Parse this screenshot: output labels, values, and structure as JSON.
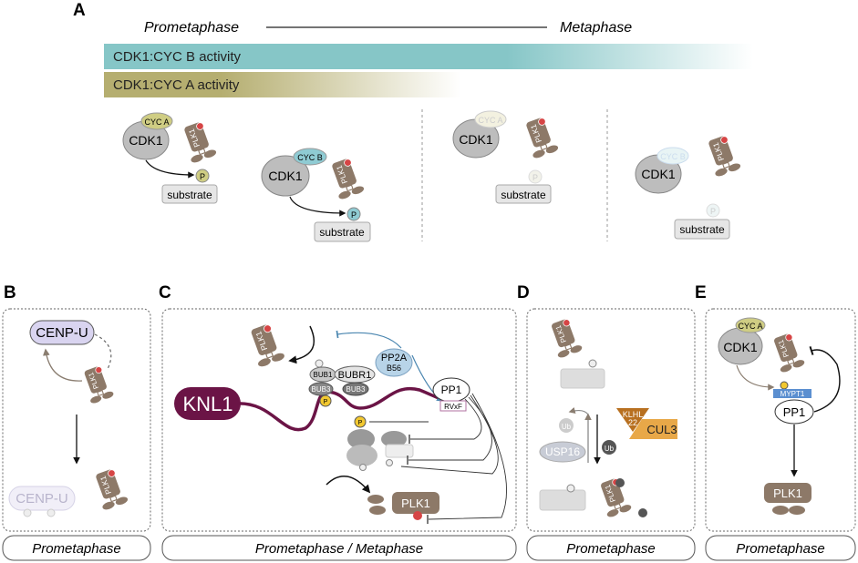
{
  "panel_letters": {
    "a": "A",
    "b": "B",
    "c": "C",
    "d": "D",
    "e": "E"
  },
  "header": {
    "left": "Prometaphase",
    "right": "Metaphase"
  },
  "bars": {
    "cyc_b": "CDK1:CYC B activity",
    "cyc_a": "CDK1:CYC A activity"
  },
  "labels": {
    "cdk1": "CDK1",
    "cyc_a": "CYC A",
    "cyc_b": "CYC B",
    "plk1": "PLK1",
    "substrate": "substrate",
    "p": "P",
    "cenp_u": "CENP-U",
    "knl1": "KNL1",
    "bub1": "BUB1",
    "bubr1": "BUBR1",
    "bub3": "BUB3",
    "pp2a": "PP2A",
    "b56": "B56",
    "pp1": "PP1",
    "rvxf": "RVxF",
    "klhl": "KLHL",
    "klhl_num": "22",
    "cul3": "CUL3",
    "ub": "Ub",
    "usp16": "USP16",
    "mypt1": "MYPT1"
  },
  "captions": {
    "b": "Prometaphase",
    "c": "Prometaphase / Metaphase",
    "d": "Prometaphase",
    "e": "Prometaphase"
  },
  "colors": {
    "cyc_b_bar": "#86c6c7",
    "cyc_a_bar": "#b5ae70",
    "plk1": "#8d7968",
    "knl1": "#6b1446",
    "cyc_a": "#cfcd83",
    "cyc_b": "#8fcbd3",
    "cenp_u": "#d9d4f0",
    "pp2a": "#b8d4e8",
    "cul3": "#e8a848",
    "phospho": "#f2c830",
    "plk1_phospho": "#d64545"
  }
}
